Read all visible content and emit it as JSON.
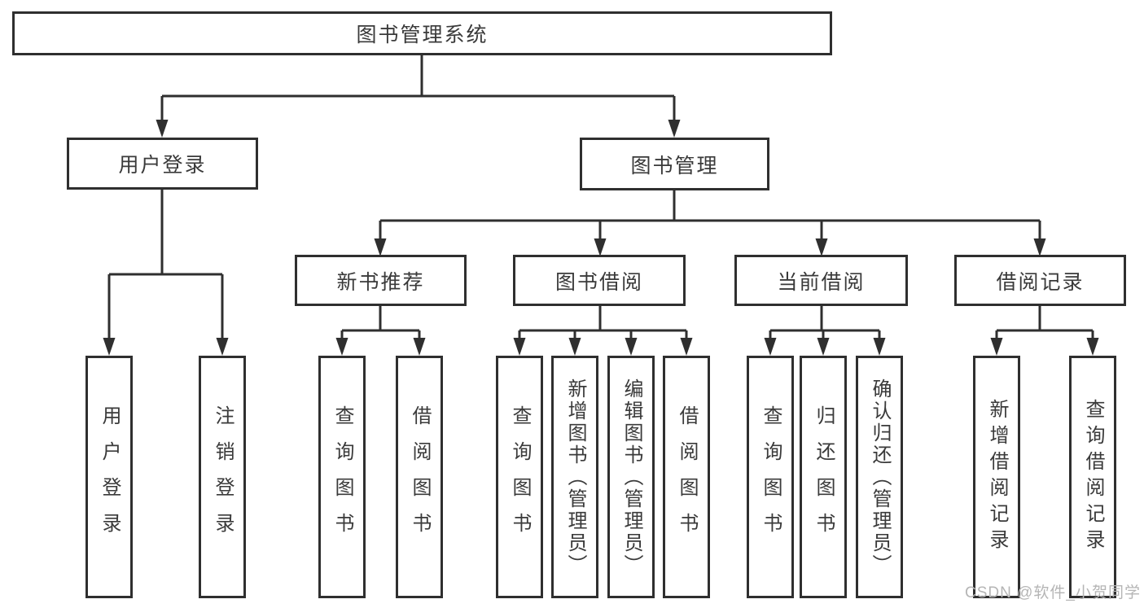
{
  "title": "图书管理系统",
  "tree": {
    "root": {
      "label": "图书管理系统"
    },
    "level2": [
      {
        "label": "用户登录"
      },
      {
        "label": "图书管理"
      }
    ],
    "level3": [
      {
        "label": "新书推荐"
      },
      {
        "label": "图书借阅"
      },
      {
        "label": "当前借阅"
      },
      {
        "label": "借阅记录"
      }
    ],
    "leaves": [
      {
        "label": "用户登录",
        "parent": "用户登录"
      },
      {
        "label": "注销登录",
        "parent": "用户登录"
      },
      {
        "label": "查询图书",
        "parent": "新书推荐"
      },
      {
        "label": "借阅图书",
        "parent": "新书推荐"
      },
      {
        "label": "查询图书",
        "parent": "图书借阅"
      },
      {
        "label": "新增图书（管理员）",
        "parent": "图书借阅"
      },
      {
        "label": "编辑图书（管理员）",
        "parent": "图书借阅"
      },
      {
        "label": "借阅图书",
        "parent": "图书借阅"
      },
      {
        "label": "查询图书",
        "parent": "当前借阅"
      },
      {
        "label": "归还图书",
        "parent": "当前借阅"
      },
      {
        "label": "确认归还（管理员）",
        "parent": "当前借阅"
      },
      {
        "label": "新增借阅记录",
        "parent": "借阅记录"
      },
      {
        "label": "查询借阅记录",
        "parent": "借阅记录"
      }
    ]
  },
  "watermark": "CSDN @软件_小贺同学",
  "colors": {
    "line": "#2f2f2f",
    "text": "#3a3a3a",
    "background": "#ffffff",
    "watermark": "#b5b5b5"
  }
}
